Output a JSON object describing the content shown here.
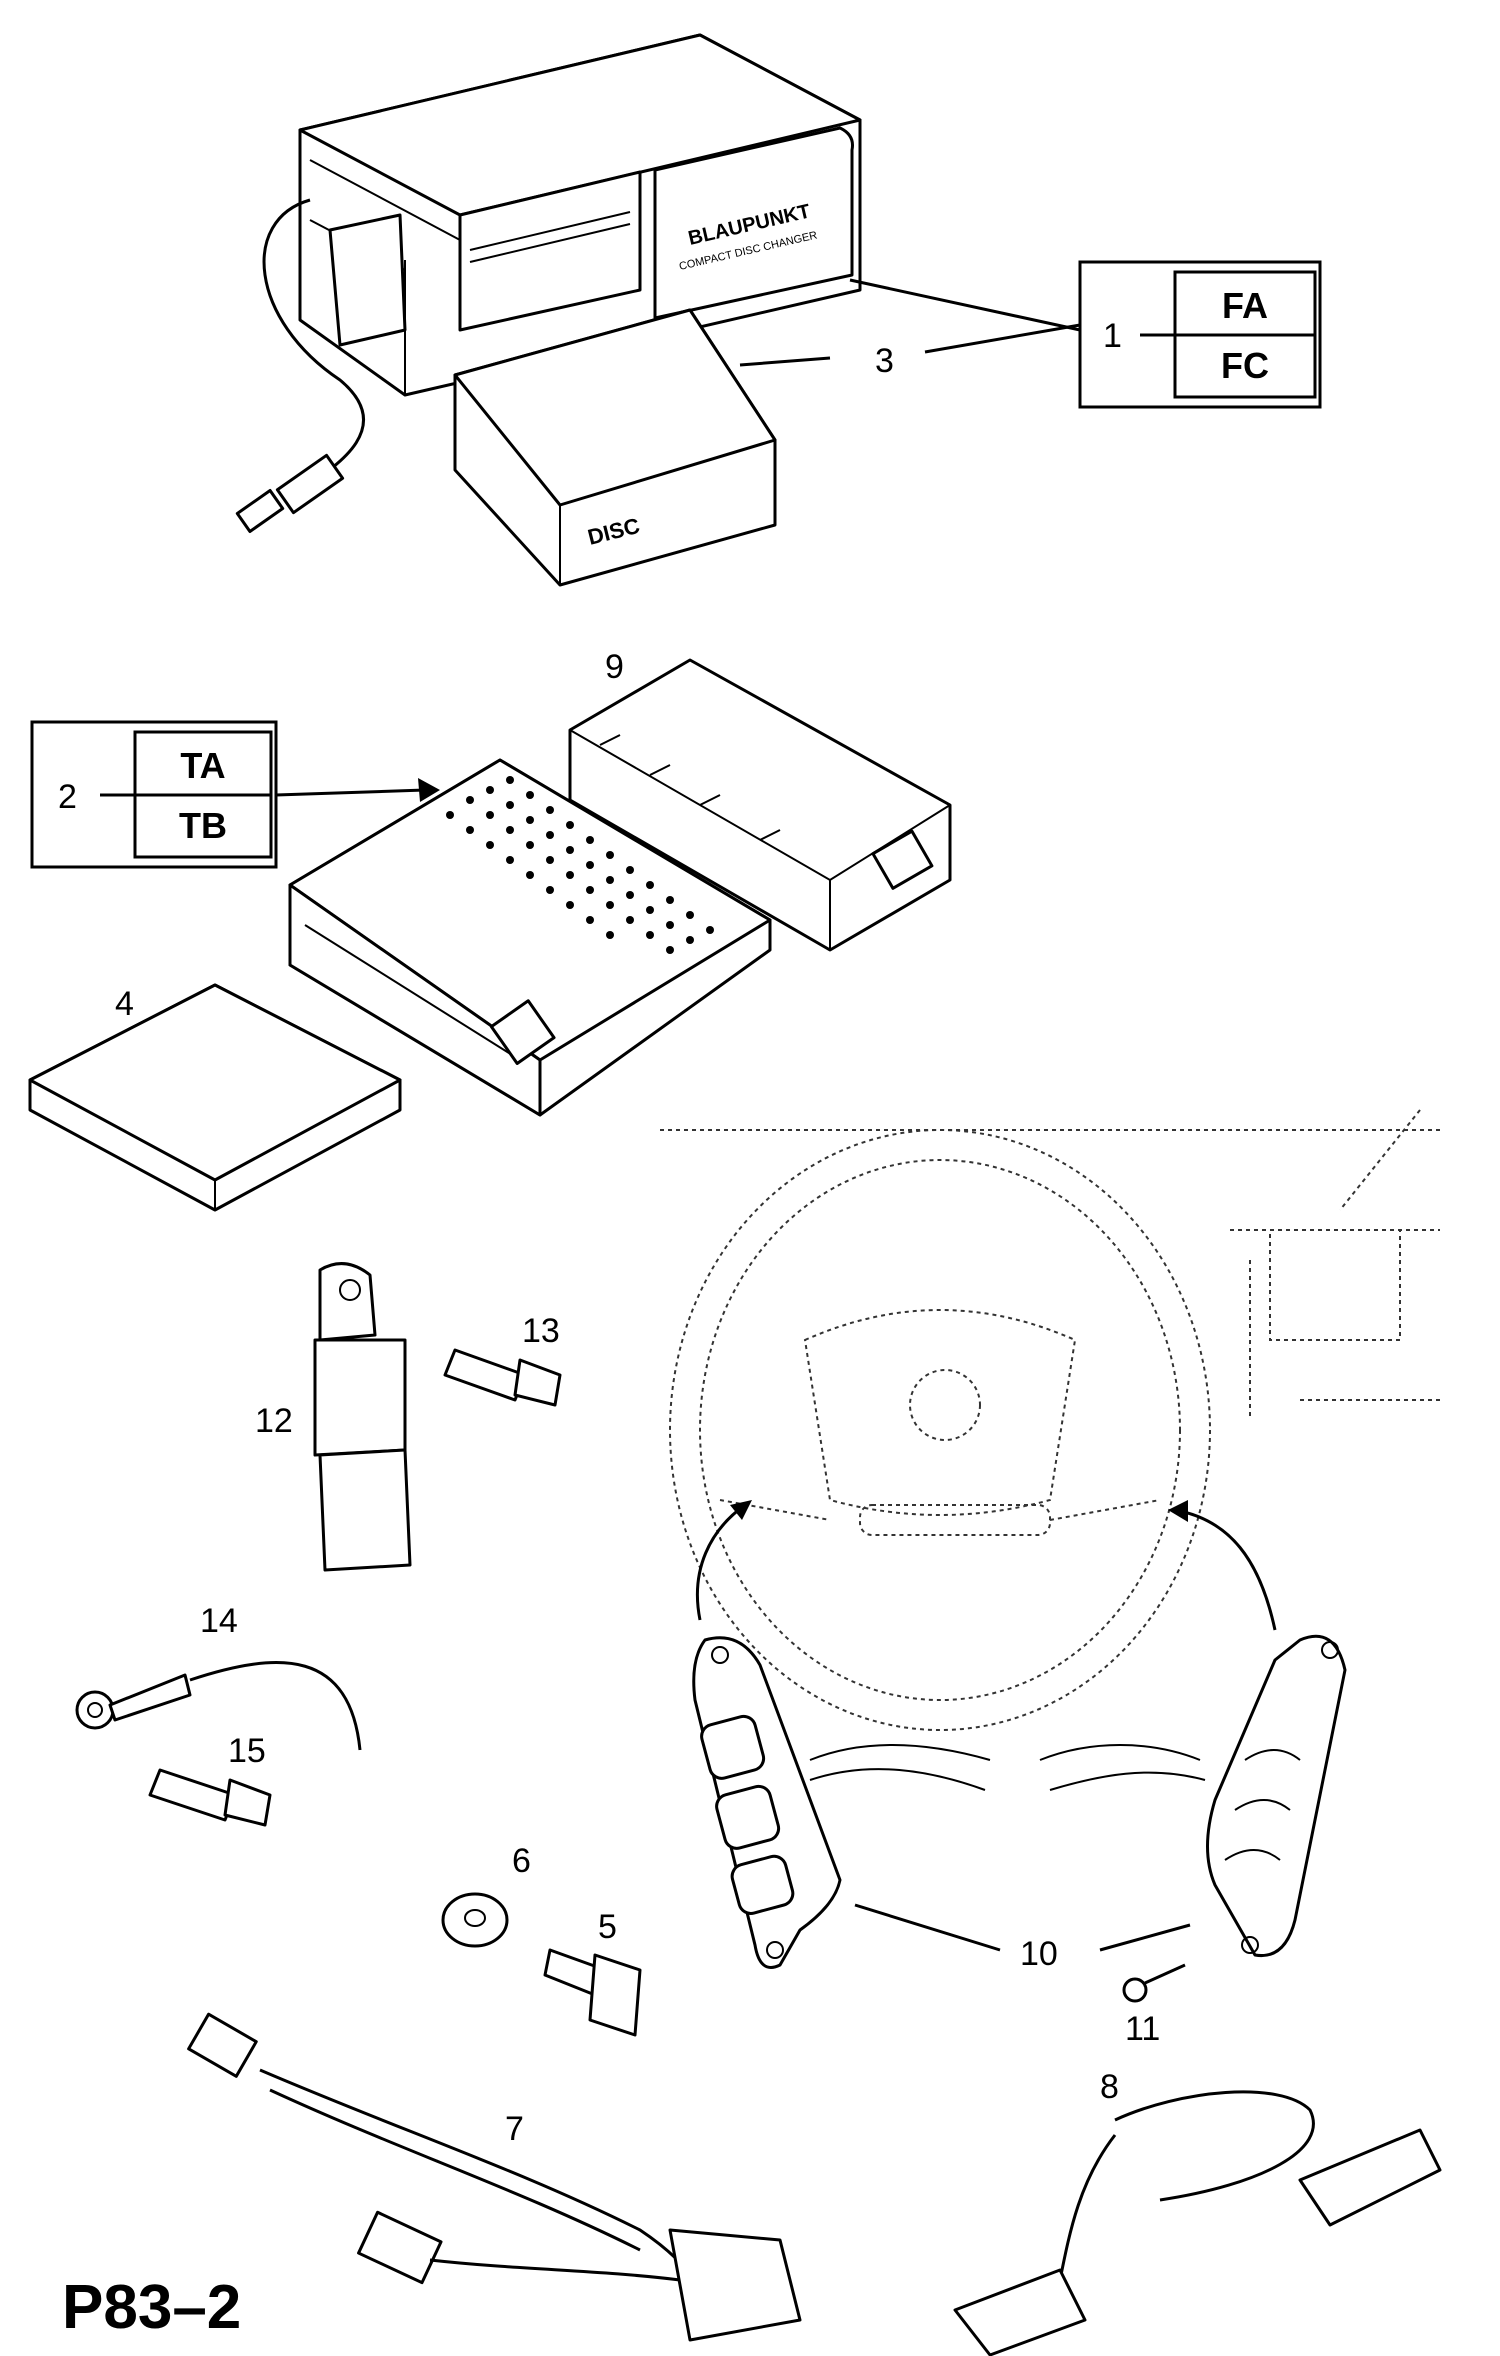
{
  "diagram": {
    "page_code": "P83–2",
    "code_boxes": [
      {
        "ref": "1",
        "codes": [
          "FA",
          "FC"
        ]
      },
      {
        "ref": "2",
        "codes": [
          "TA",
          "TB"
        ]
      }
    ],
    "callouts": [
      "3",
      "9",
      "4",
      "13",
      "12",
      "14",
      "15",
      "6",
      "5",
      "10",
      "11",
      "7",
      "8"
    ],
    "printed_text": {
      "brand": "BLAUPUNKT",
      "model_line": "COMPACT DISC CHANGER",
      "disc_logo": "DISC"
    }
  }
}
